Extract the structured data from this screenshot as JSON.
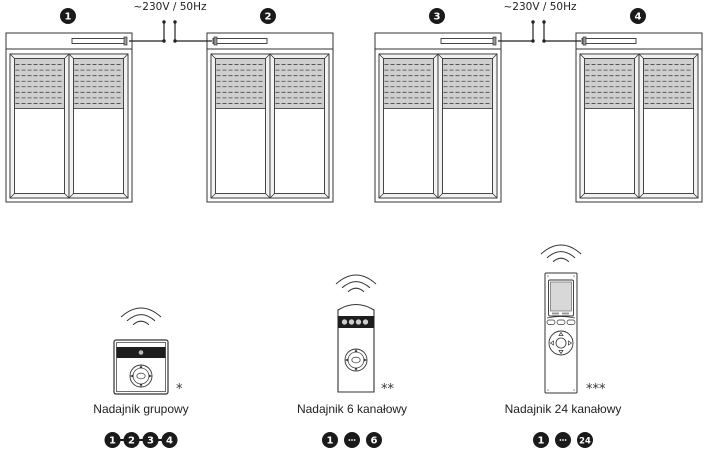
{
  "power_supply": {
    "labels": [
      "~230V / 50Hz",
      "~230V / 50Hz"
    ]
  },
  "windows": [
    {
      "badge": "1",
      "motor_side": "right"
    },
    {
      "badge": "2",
      "motor_side": "left"
    },
    {
      "badge": "3",
      "motor_side": "right"
    },
    {
      "badge": "4",
      "motor_side": "left"
    }
  ],
  "transmitters": [
    {
      "label": "Nadajnik grupowy",
      "footnote": "*",
      "type": "wall-group-transmitter",
      "channels": [
        "1",
        "2",
        "3",
        "4"
      ],
      "channels_style": "chain"
    },
    {
      "label": "Nadajnik 6 kanałowy",
      "footnote": "**",
      "type": "handheld-6-channel",
      "channels": [
        "1",
        "...",
        "6"
      ],
      "channels_style": "range"
    },
    {
      "label": "Nadajnik 24 kanałowy",
      "footnote": "***",
      "type": "handheld-24-channel-lcd",
      "channels": [
        "1",
        "...",
        "24"
      ],
      "channels_style": "range"
    }
  ],
  "colors": {
    "line": "#333333",
    "shutter_fill": "#cfcfcf",
    "badge_fill": "#1a1a1a",
    "frame_fill": "#f2f2f2"
  }
}
